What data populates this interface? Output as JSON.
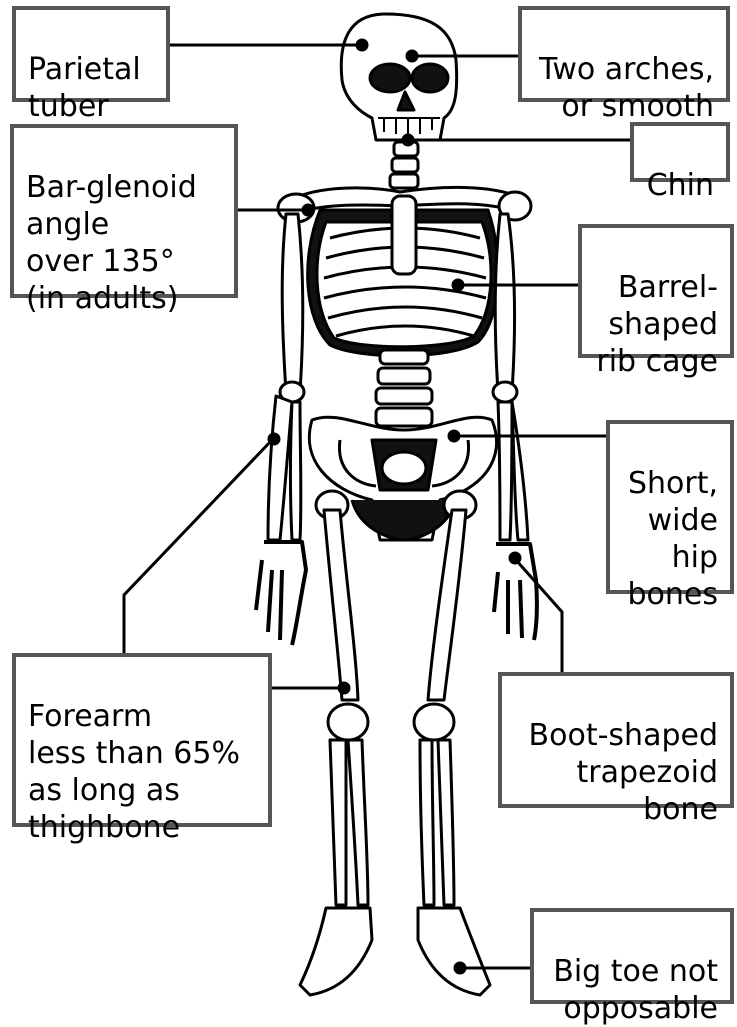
{
  "labels": {
    "parietal_tuber": "Parietal\ntuber",
    "two_arches": "Two arches,\nor smooth",
    "chin": "Chin",
    "bar_glenoid": "Bar-glenoid\nangle\nover 135°\n(in adults)",
    "barrel_rib_cage": "Barrel-\nshaped\nrib cage",
    "short_hip_bones": "Short,\nwide\nhip\nbones",
    "forearm": "Forearm\nless than 65%\nas long as\nthighbone",
    "boot_trapezoid": "Boot-shaped\ntrapezoid\nbone",
    "big_toe": "Big toe not\nopposable"
  },
  "colors": {
    "box_border": "#555555",
    "leader_line": "#000000",
    "bone_fill": "#ffffff",
    "bone_outline": "#000000",
    "shadow": "#111111"
  }
}
